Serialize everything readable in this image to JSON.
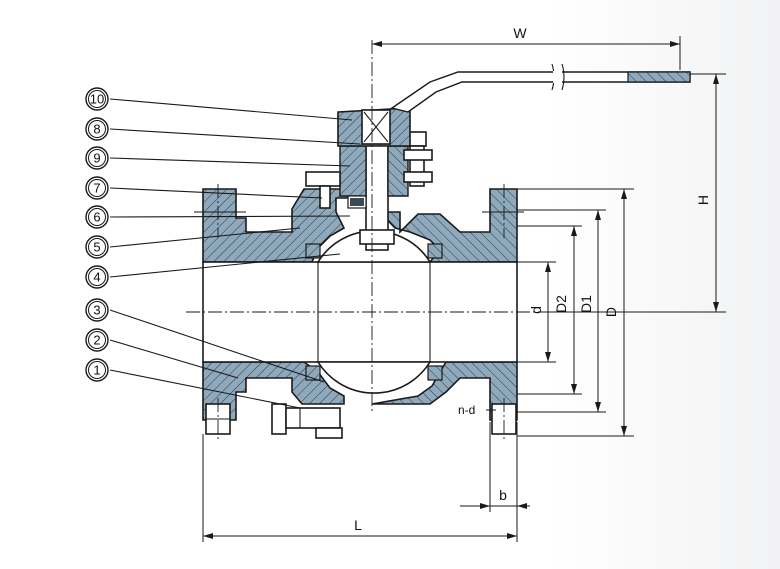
{
  "dimensions": {
    "W": "W",
    "H": "H",
    "D": "D",
    "D1": "D1",
    "D2": "D2",
    "d": "d",
    "L": "L",
    "b": "b",
    "n_d": "n-d"
  },
  "callouts": [
    "10",
    "8",
    "9",
    "7",
    "6",
    "5",
    "4",
    "3",
    "2",
    "1"
  ],
  "colors": {
    "section_fill": "#8fa9bc",
    "hatch": "#1a1a1a",
    "line": "#1a1a1a"
  }
}
